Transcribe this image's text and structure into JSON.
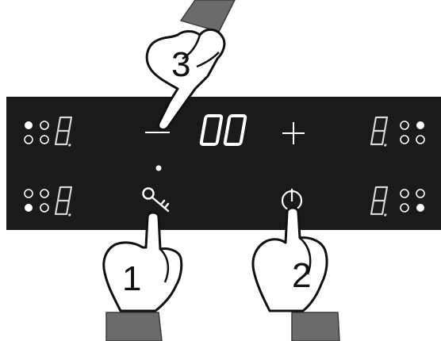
{
  "panel": {
    "timer_display": "00",
    "minus_symbol": "—",
    "plus_symbol": "+"
  },
  "zones": [
    {
      "id": "front-left",
      "lit_dot": "top-left"
    },
    {
      "id": "rear-left",
      "lit_dot": "bottom-left"
    },
    {
      "id": "front-right",
      "lit_dot": "top-right"
    },
    {
      "id": "rear-right",
      "lit_dot": "bottom-right"
    }
  ],
  "steps": [
    {
      "number": "1",
      "target": "key-lock-icon"
    },
    {
      "number": "2",
      "target": "power-icon"
    },
    {
      "number": "3",
      "target": "minus-button"
    }
  ],
  "icons": [
    "key-lock-icon",
    "power-icon",
    "hand-pointer-icon"
  ],
  "colors": {
    "panel": "#1a1a1a",
    "display": "#ffffff",
    "sleeve": "#6b6b6b"
  }
}
